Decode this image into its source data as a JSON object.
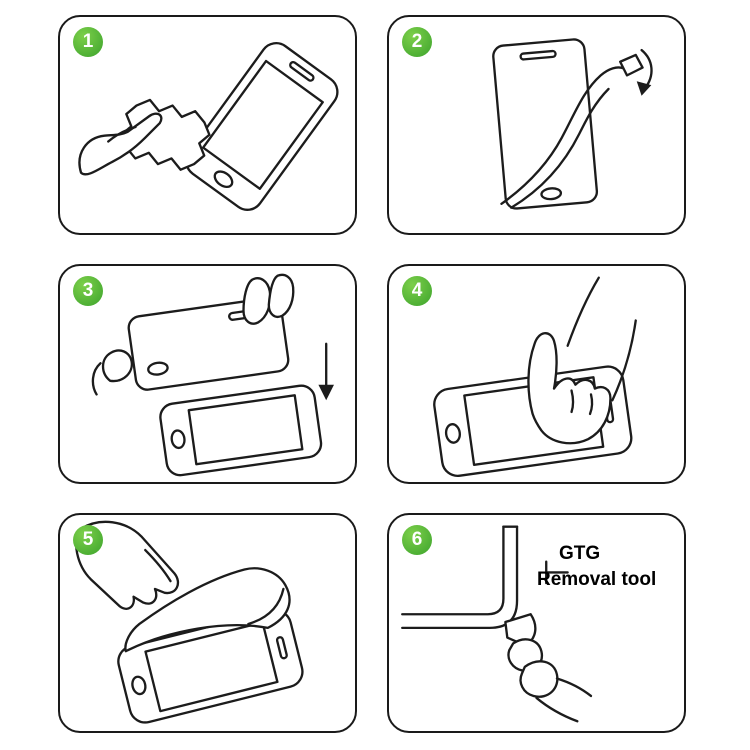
{
  "colors": {
    "badge_green": "#46ae2e",
    "line_art": "#1c1c1c",
    "background": "#ffffff"
  },
  "steps": [
    {
      "number": "1",
      "illustration": "clean-screen-with-cloth"
    },
    {
      "number": "2",
      "illustration": "peel-backing-film-from-protector"
    },
    {
      "number": "3",
      "illustration": "align-and-lower-protector-onto-phone"
    },
    {
      "number": "4",
      "illustration": "press-center-of-screen-with-finger"
    },
    {
      "number": "5",
      "illustration": "smooth-film-across-screen"
    },
    {
      "number": "6",
      "illustration": "lift-corner-with-removal-tool",
      "annotation": {
        "line1": "GTG",
        "line2": "Removal tool"
      }
    }
  ]
}
